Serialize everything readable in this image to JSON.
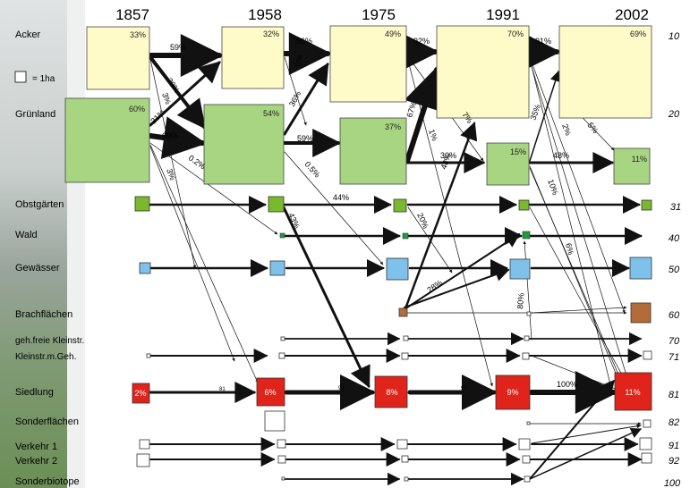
{
  "years": [
    "1857",
    "1958",
    "1975",
    "1991",
    "2002"
  ],
  "legend": {
    "unit_label": "= 1ha"
  },
  "categories": [
    {
      "label": "Acker",
      "code": "10"
    },
    {
      "label": "Grünland",
      "code": "20"
    },
    {
      "label": "Obstgärten",
      "code": "31"
    },
    {
      "label": "Wald",
      "code": "40"
    },
    {
      "label": "Gewässer",
      "code": "50"
    },
    {
      "label": "Brachflächen",
      "code": "60"
    },
    {
      "label": "geh.freie Kleinstr.",
      "code": "70"
    },
    {
      "label": "Kleinstr.m.Geh.",
      "code": "71"
    },
    {
      "label": "Siedlung",
      "code": "81"
    },
    {
      "label": "Sonderflächen",
      "code": "82"
    },
    {
      "label": "Verkehr 1",
      "code": "91"
    },
    {
      "label": "Verkehr 2",
      "code": "92"
    },
    {
      "label": "Sonderbiotope",
      "code": "100"
    }
  ],
  "box_labels": {
    "acker": [
      "33%",
      "32%",
      "49%",
      "70%",
      "69%"
    ],
    "gruenland": [
      "60%",
      "54%",
      "37%",
      "15%",
      "11%"
    ],
    "siedlung": [
      "2%",
      "6%",
      "8%",
      "9%",
      "11%"
    ]
  },
  "flow_labels": [
    "59%",
    "86%",
    "92%",
    "91%",
    "39%",
    "3%",
    "21%",
    "69%",
    "0.2%",
    "3%",
    "0%",
    "36%",
    "59%",
    "0.5%",
    "67%",
    "1%",
    "48%",
    "7%",
    "30%",
    "35%",
    "2%",
    "5%",
    "48%",
    "10%",
    "6%",
    "44%",
    "43%",
    "20%",
    "28%",
    "80%",
    "81",
    "91",
    "97",
    "100%"
  ],
  "colors": {
    "acker": "#fffbc8",
    "gruenland": "#a8d582",
    "obst": "#7ab92e",
    "wald": "#1f9c3c",
    "gewaesser": "#7ec1ea",
    "brach": "#b36b3a",
    "siedlung": "#e0231b",
    "white": "#ffffff",
    "arrow": "#111111"
  }
}
